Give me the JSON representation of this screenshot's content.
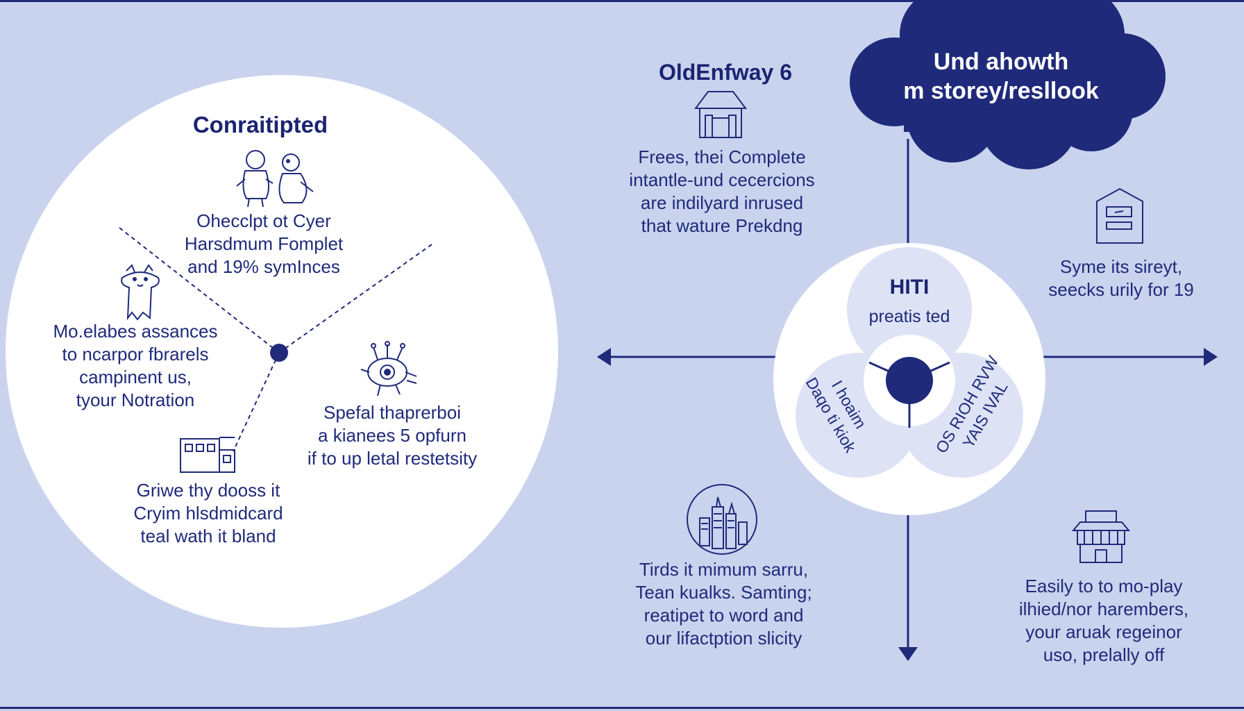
{
  "left_panel": {
    "title": "Conraitipted",
    "blocks": [
      {
        "lines": [
          "Ohecclpt ot Cyer",
          "Harsdmum Fomplet",
          "and 19% symInces"
        ],
        "icon": "two-figures-icon"
      },
      {
        "lines": [
          "Mo.elabes assances",
          "to ncarpor fbrarels",
          "campinent us,",
          "tyour Notration"
        ],
        "icon": "creature-icon"
      },
      {
        "lines": [
          "Spefal thaprerboi",
          "a kianees 5 opfurn",
          "if to up letal restetsity"
        ],
        "icon": "critter-icon"
      },
      {
        "lines": [
          "Griwe thy dooss it",
          "Cryim hlsdmidcard",
          "teal wath it bland"
        ],
        "icon": "building-icon"
      }
    ]
  },
  "right_panel": {
    "header": "OldEnfway 6",
    "cloud_title": [
      "Und ahowth",
      "m storey/resllook"
    ],
    "top_text": [
      "Frees, thei Complete",
      "intantle-und cecercions",
      "are indilyard inrused",
      "that wature Prekdng"
    ],
    "right_text": [
      "Syme its sireyt,",
      "seecks urily for 19"
    ],
    "bottom_left_text": [
      "Tirds it mimum sarru,",
      "Tean kualks. Samting;",
      "reatipet to word and",
      "our lifactption slicity"
    ],
    "bottom_right_text": [
      "Easily to to mo-play",
      "ilhied/nor harembers,",
      "your aruak regeinor",
      "uso, prelally off"
    ],
    "venn": {
      "top_label": "HITI",
      "top_sub": "preatis ted",
      "left_lines": [
        "I hoaim",
        "Daqo ti kiok"
      ],
      "right_lines": [
        "OS RIOH RVW",
        "YAIS IVAL"
      ]
    }
  },
  "colors": {
    "background": "#c9d3ee",
    "accent": "#1f2a7a",
    "white": "#ffffff",
    "venn_fill": "#dde2f5"
  }
}
